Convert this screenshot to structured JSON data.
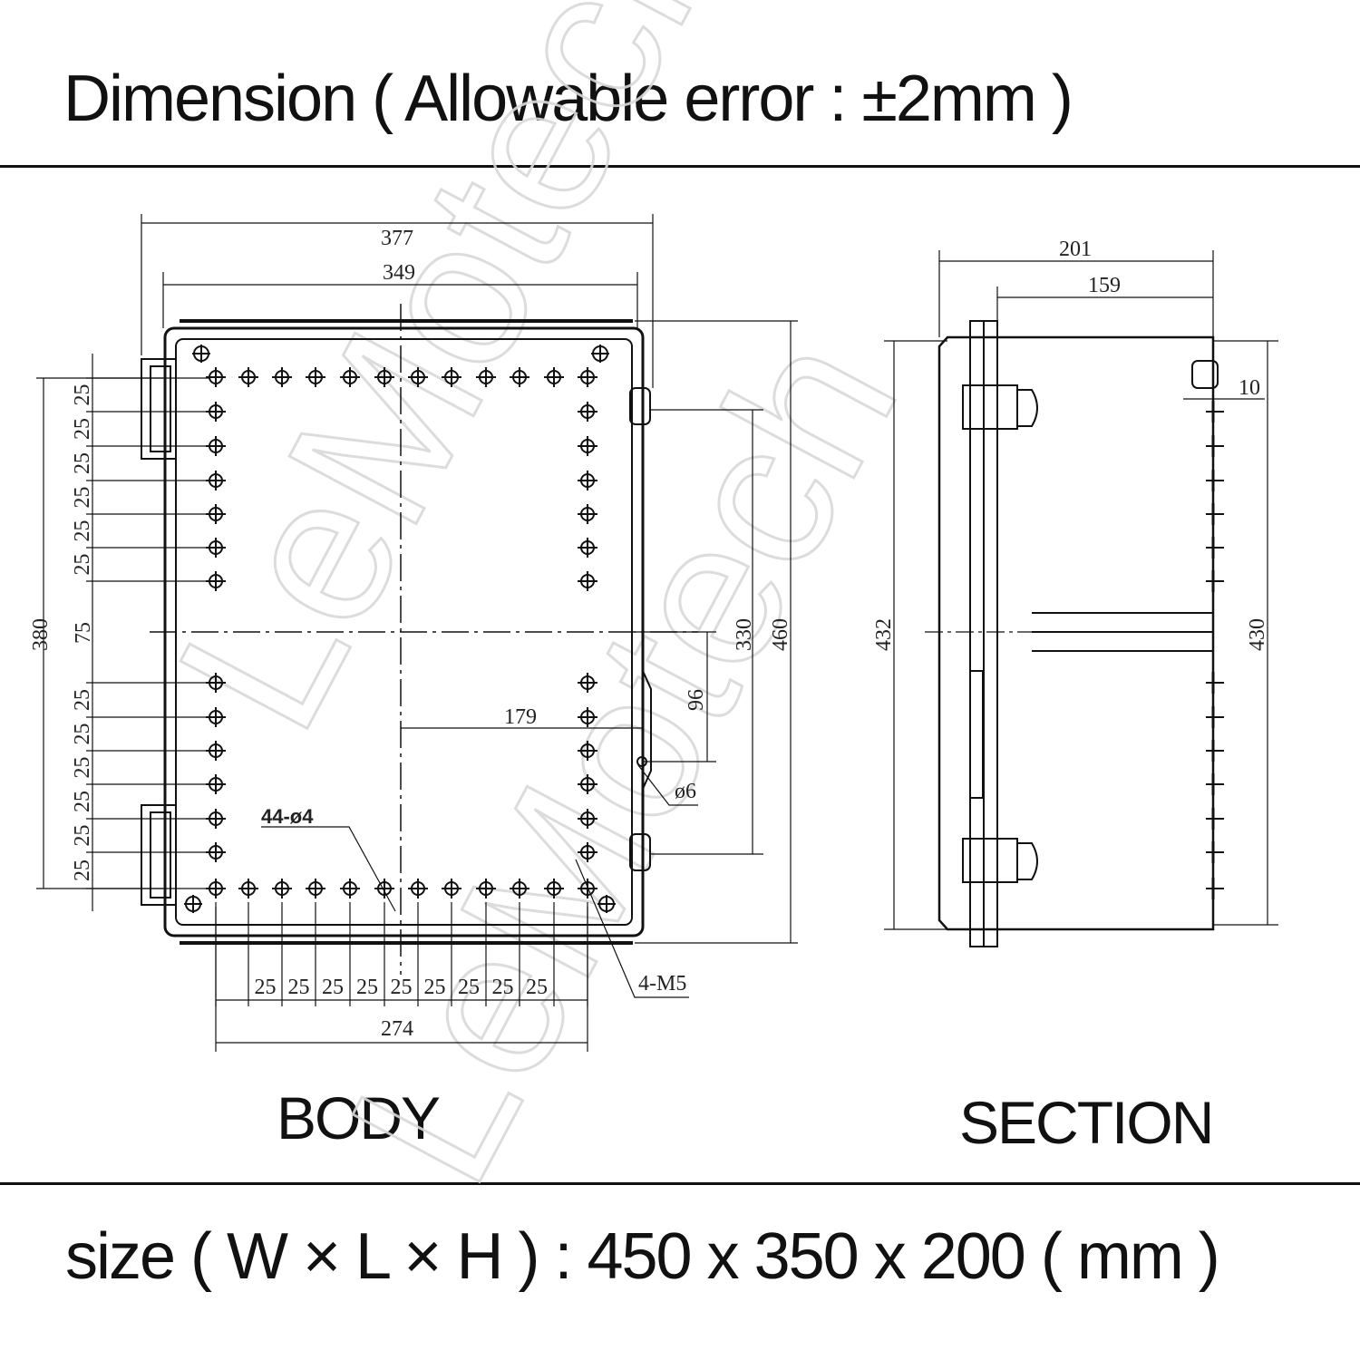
{
  "header": {
    "title": "Dimension ( Allowable error : ±2mm )"
  },
  "footer": {
    "size_text": "size ( W × L × H ) : 450 x 350 x 200 ( mm )"
  },
  "views": {
    "body_label": "BODY",
    "section_label": "SECTION"
  },
  "watermark": {
    "text": "LeMotech"
  },
  "body_dims": {
    "width_outer": "377",
    "width_inner": "349",
    "height_overall": "460",
    "hinge_height": "330",
    "latch_offset": "96",
    "hole_span": "380",
    "center_gap": "75",
    "pitch": "25",
    "bottom_span": "274",
    "latch_hole_offset": "179",
    "latch_hole": "ø6",
    "screw_holes": "44-ø4",
    "mount_screws": "4-M5"
  },
  "section_dims": {
    "depth_overall": "201",
    "depth_body": "159",
    "lip": "10",
    "height_left": "432",
    "height_right": "430"
  },
  "colors": {
    "line": "#111111",
    "watermark": "#d9d9d9",
    "background": "#ffffff"
  }
}
